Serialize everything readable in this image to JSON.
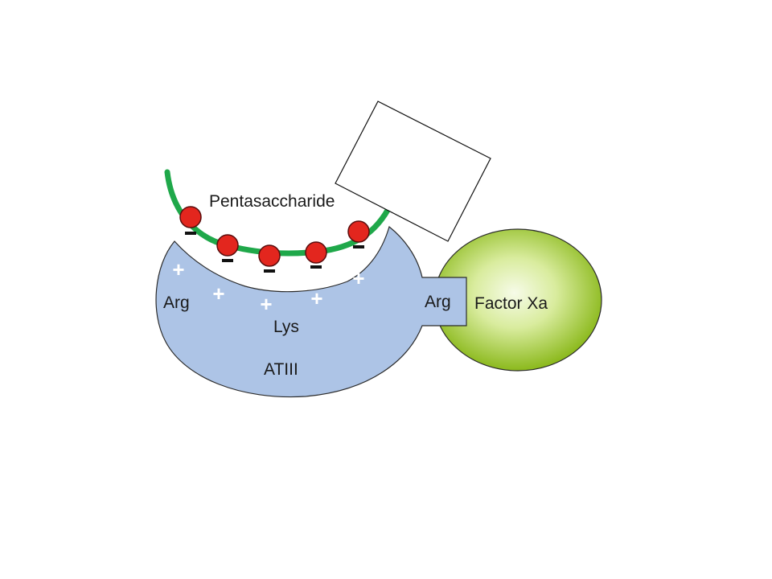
{
  "labels": {
    "pentasaccharide": "Pentasaccharide",
    "arg_left": "Arg",
    "arg_right": "Arg",
    "lys": "Lys",
    "atiii": "ATIII",
    "factor_xa": "Factor Xa"
  },
  "symbols": {
    "negative": "−",
    "positive": "+"
  },
  "colors": {
    "atiii_fill": "#adc4e6",
    "atiii_stroke": "#2b2b2b",
    "factor_xa_center": "#f6fbe8",
    "factor_xa_edge": "#8bb91c",
    "chain": "#1fa84a",
    "sugar_fill": "#e3261e",
    "sugar_stroke": "#5a0d0d",
    "charge_negative": "#111111",
    "charge_positive": "#ffffff"
  },
  "sugar_units": [
    {
      "charge": "negative"
    },
    {
      "charge": "negative"
    },
    {
      "charge": "negative"
    },
    {
      "charge": "negative"
    },
    {
      "charge": "negative"
    }
  ],
  "positive_charges": [
    {
      "charge": "positive"
    },
    {
      "charge": "positive"
    },
    {
      "charge": "positive"
    },
    {
      "charge": "positive"
    },
    {
      "charge": "positive"
    }
  ]
}
